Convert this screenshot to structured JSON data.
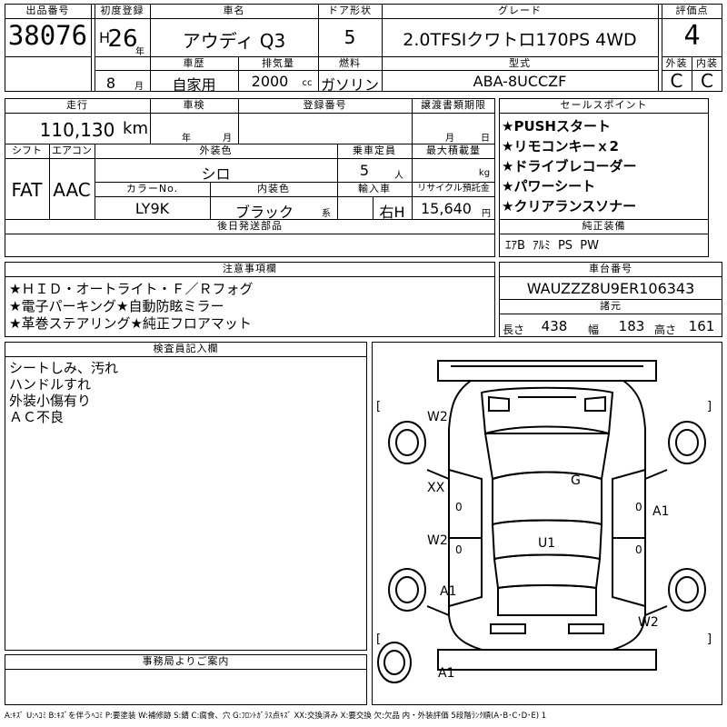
{
  "header": {
    "lot_label": "出品番号",
    "lot_no": "38076",
    "reg_label": "初度登録",
    "year_era": "H",
    "year": "26",
    "year_unit": "年",
    "month": "8",
    "month_unit": "月",
    "name_label": "車名",
    "name": "アウディ Q3",
    "door_label": "ドア形状",
    "door": "5",
    "grade_label": "グレード",
    "grade": "2.0TFSIクワトロ170PS 4WD",
    "score_label": "評価点",
    "score": "4",
    "history_label": "車歴",
    "history": "自家用",
    "disp_label": "排気量",
    "disp": "2000",
    "disp_unit": "cc",
    "fuel_label": "燃料",
    "fuel": "ガソリン",
    "model_label": "型式",
    "model": "ABA-8UCCZF",
    "ext_label": "外装",
    "ext": "C",
    "int_label": "内装",
    "int": "C"
  },
  "row2": {
    "mileage_label": "走行",
    "mileage": "110,130",
    "mileage_unit": "km",
    "inspect_label": "車検",
    "inspect_y": "年",
    "inspect_m": "月",
    "plate_label": "登録番号",
    "transfer_label": "譲渡書類期限",
    "transfer_m": "月",
    "transfer_d": "日",
    "shift_label": "シフト",
    "shift": "FAT",
    "ac_label": "エアコン",
    "ac": "AAC",
    "color_label": "外装色",
    "color": "シロ",
    "capacity_label": "乗車定員",
    "capacity": "5",
    "capacity_unit": "人",
    "load_label": "最大積載量",
    "load_unit": "kg",
    "colorno_label": "カラーNo.",
    "colorno": "LY9K",
    "intcolor_label": "内装色",
    "intcolor": "ブラック",
    "intcolor_unit": "系",
    "import_label": "輸入車",
    "import": "右H",
    "recycle_label": "リサイクル預託金",
    "recycle": "15,640",
    "recycle_unit": "円",
    "later_label": "後日発送部品"
  },
  "sales": {
    "label": "セールスポイント",
    "points": [
      "★PUSHスタート",
      "★リモコンキーｘ2",
      "★ドライブレコーダー",
      "★パワーシート",
      "★クリアランスソナー"
    ],
    "equip_label": "純正装備",
    "equip": "ｴｱB  ｱﾙﾐ  PS  PW"
  },
  "caution": {
    "label": "注意事項欄",
    "lines": [
      "★ＨＩＤ・オートライト・Ｆ／Ｒフォグ",
      "★電子パーキング★自動防眩ミラー",
      "★革巻ステアリング★純正フロアマット"
    ]
  },
  "chassis": {
    "label": "車台番号",
    "vin": "WAUZZZ8U9ER106343",
    "dim_label": "諸元",
    "len_label": "長さ",
    "len": "438",
    "wid_label": "幅",
    "wid": "183",
    "hei_label": "高さ",
    "hei": "161"
  },
  "inspector": {
    "label": "検査員記入欄",
    "notes": [
      "シートしみ、汚れ",
      "ハンドルすれ",
      "外装小傷有り",
      "ＡＣ不良"
    ]
  },
  "office": {
    "label": "事務局よりご案内"
  },
  "diagram": {
    "marks": {
      "w2_top": "W2",
      "xx": "XX",
      "g": "G",
      "a1_right": "A1",
      "w2_left": "W2",
      "u1": "U1",
      "a1_left": "A1",
      "w2_bottom": "W2",
      "a1_spare": "A1"
    },
    "zero": "0",
    "bracket_l": "[",
    "bracket_r": "]"
  },
  "footer": {
    "legend": "A:ｷｽﾞ U:ﾍｺﾐ B:ｷｽﾞを伴うﾍｺﾐ P:要塗装 W:補修跡 S:錆 C:腐食、穴 G:ﾌﾛﾝﾄｶﾞﾗｽ点ｷｽﾞ XX:交換済み X:要交換 欠:欠品 内・外装評価 5段階ﾗﾝｸ順(A･B･C･D･E) 1"
  }
}
